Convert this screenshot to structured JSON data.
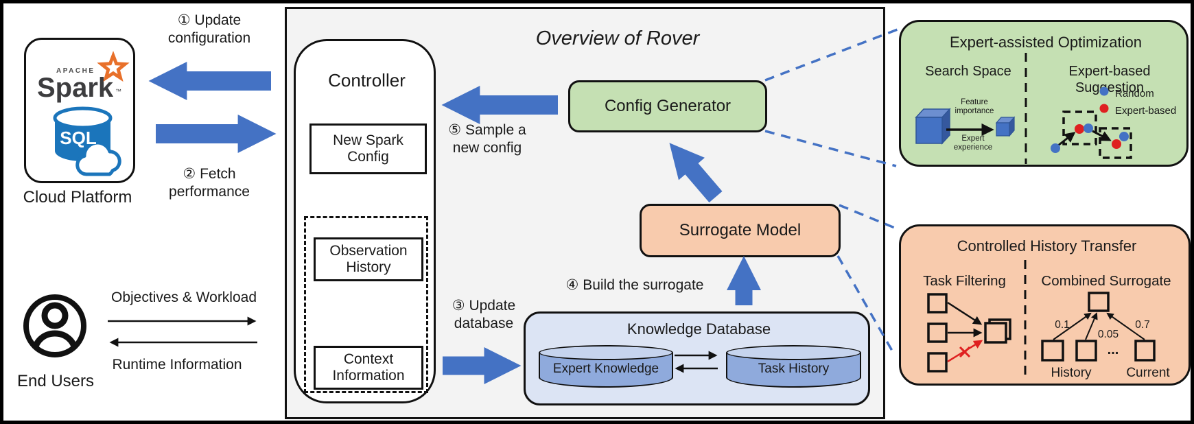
{
  "cloud": {
    "apache": "APACHE",
    "spark": "Spark",
    "tm": "™",
    "sql": "SQL",
    "label": "Cloud Platform"
  },
  "steps": {
    "s1": "① Update\nconfiguration",
    "s2": "② Fetch\nperformance",
    "s3": "③ Update\ndatabase",
    "s4": "④ Build the surrogate",
    "s5": "⑤ Sample a\nnew config"
  },
  "users": {
    "label": "End Users",
    "objectives": "Objectives & Workload",
    "runtime": "Runtime Information"
  },
  "rover": {
    "title": "Overview of Rover",
    "controller": {
      "title": "Controller",
      "new_config": "New Spark\nConfig",
      "observation": "Observation\nHistory",
      "context": "Context\nInformation"
    },
    "config_generator": "Config Generator",
    "surrogate_model": "Surrogate Model",
    "kdb": {
      "title": "Knowledge Database",
      "expert": "Expert Knowledge",
      "task": "Task History"
    }
  },
  "expert_panel": {
    "title": "Expert-assisted Optimization",
    "left_title": "Search Space",
    "right_title": "Expert-based Suggestion",
    "legend_random": "Random",
    "legend_expert": "Expert-based",
    "feature": "Feature\nimportance",
    "experience": "Expert\nexperience"
  },
  "history_panel": {
    "title": "Controlled History Transfer",
    "left_title": "Task Filtering",
    "right_title": "Combined Surrogate",
    "w1": "0.1",
    "w2": "0.05",
    "w3": "0.7",
    "dots": "...",
    "history": "History",
    "current": "Current"
  },
  "colors": {
    "arrow_blue": "#4472c4",
    "panel_green": "#c5e0b3",
    "panel_orange": "#f8cbad",
    "kdb_fill": "#dce4f4",
    "cylinder_fill": "#8faadc",
    "red": "#df2020",
    "spark_orange": "#e8702a",
    "sql_blue": "#1b75bb",
    "main_box_gray": "#f3f3f3"
  }
}
